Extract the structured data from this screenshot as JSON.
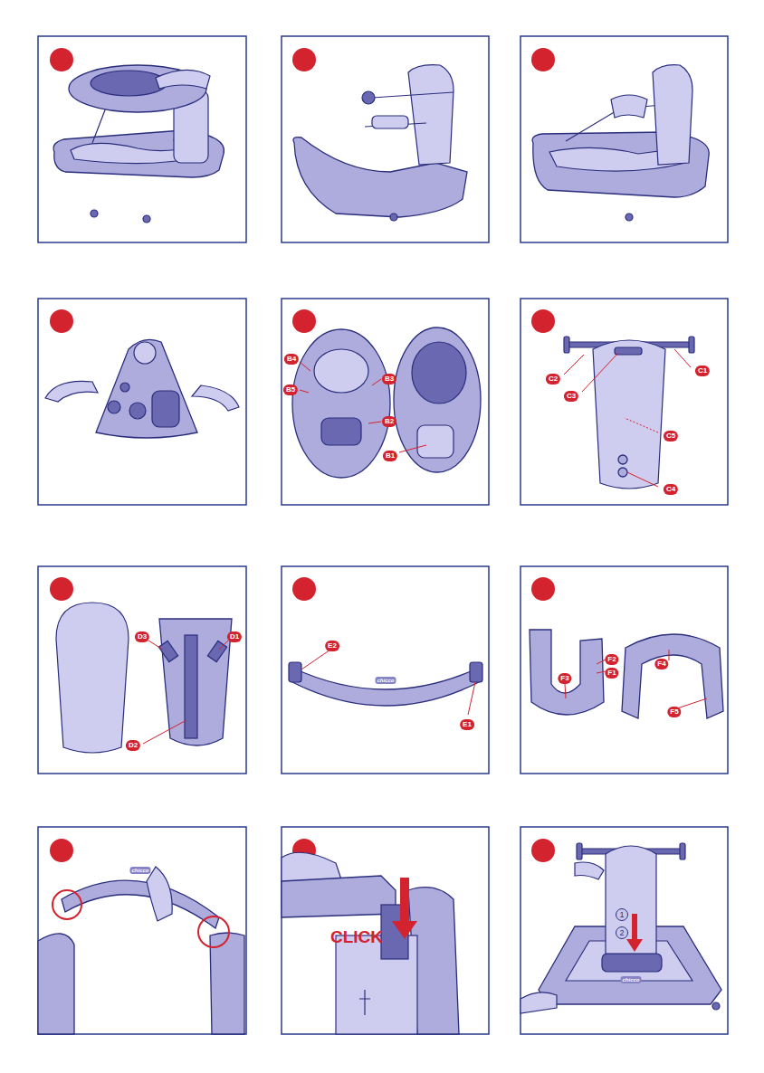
{
  "diagram": {
    "labels": [
      "B4",
      "B5",
      "B3",
      "B2",
      "B1",
      "C2",
      "C1",
      "C3",
      "C5",
      "C4",
      "D3",
      "D1",
      "D2",
      "E2",
      "E1",
      "F2",
      "F1",
      "F3",
      "F4",
      "F5",
      "chicco",
      "chicco",
      "CLICK",
      "1",
      "2",
      "chicco"
    ]
  }
}
